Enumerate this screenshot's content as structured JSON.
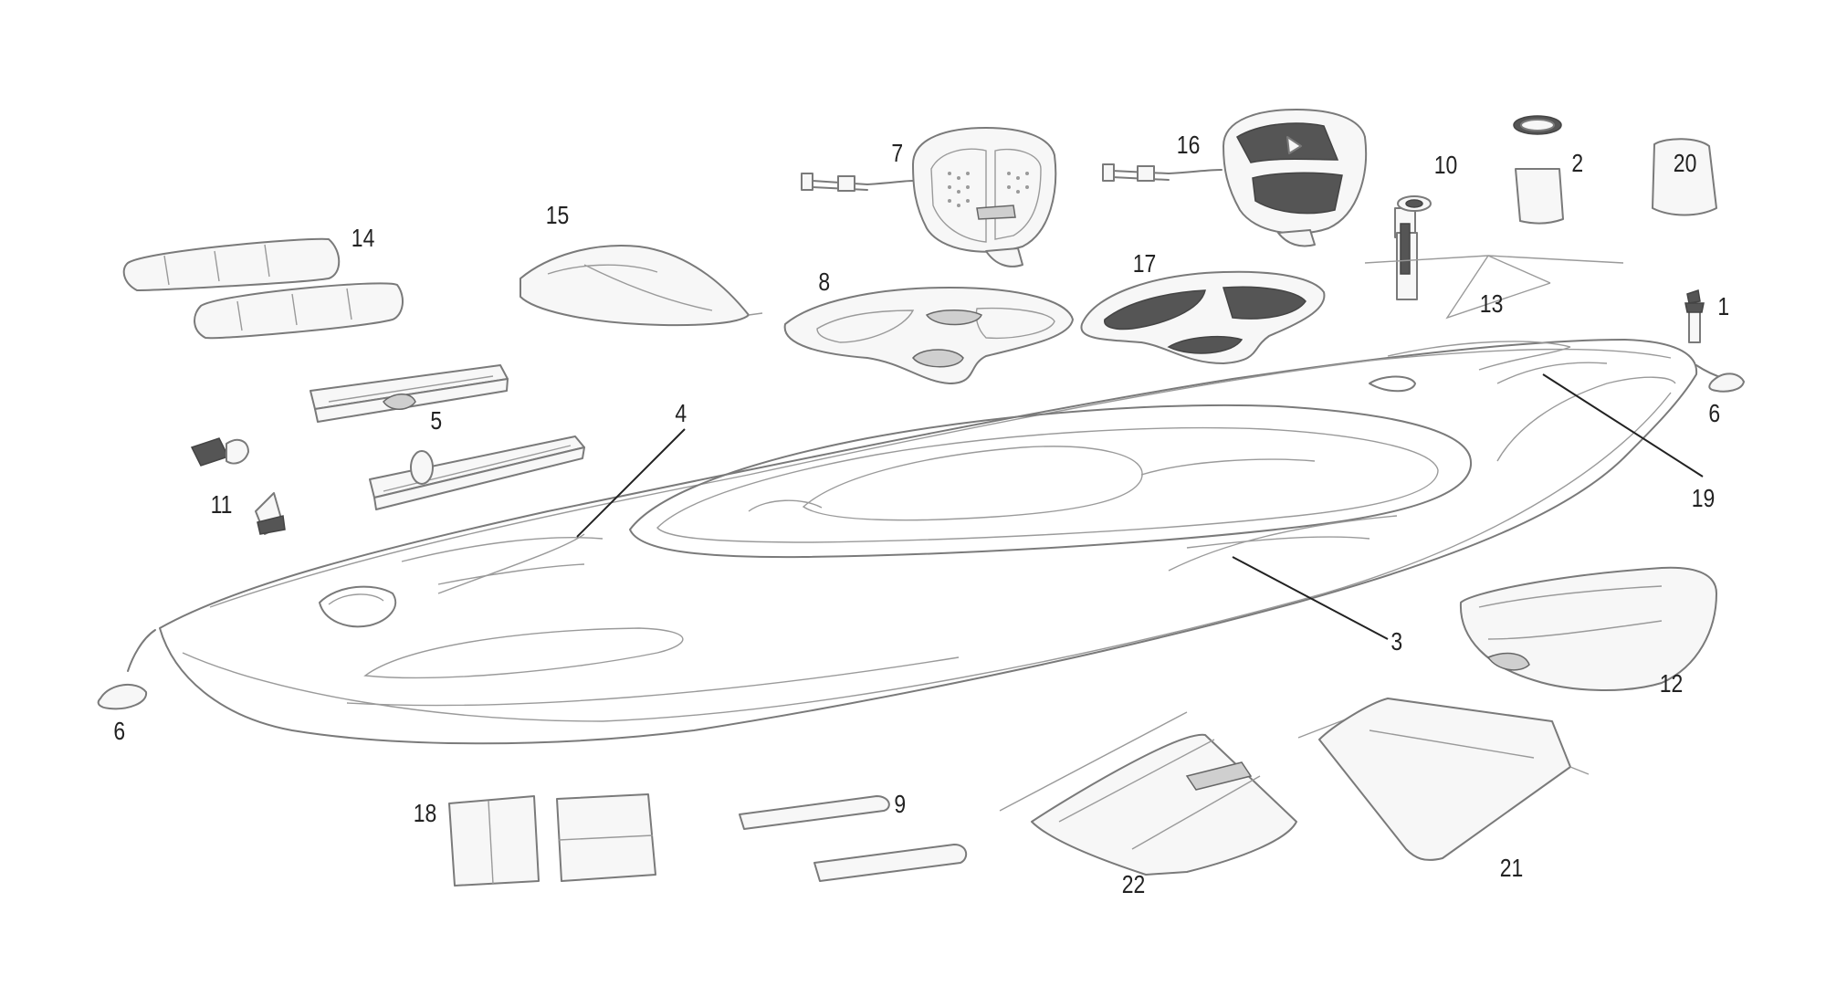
{
  "diagram": {
    "callouts": [
      {
        "id": "1",
        "label": "1"
      },
      {
        "id": "2",
        "label": "2"
      },
      {
        "id": "3",
        "label": "3"
      },
      {
        "id": "4",
        "label": "4"
      },
      {
        "id": "5",
        "label": "5"
      },
      {
        "id": "6a",
        "label": "6"
      },
      {
        "id": "6b",
        "label": "6"
      },
      {
        "id": "7",
        "label": "7"
      },
      {
        "id": "8",
        "label": "8"
      },
      {
        "id": "9",
        "label": "9"
      },
      {
        "id": "10",
        "label": "10"
      },
      {
        "id": "11",
        "label": "11"
      },
      {
        "id": "12",
        "label": "12"
      },
      {
        "id": "13",
        "label": "13"
      },
      {
        "id": "14",
        "label": "14"
      },
      {
        "id": "15",
        "label": "15"
      },
      {
        "id": "16",
        "label": "16"
      },
      {
        "id": "17",
        "label": "17"
      },
      {
        "id": "18",
        "label": "18"
      },
      {
        "id": "19",
        "label": "19"
      },
      {
        "id": "20",
        "label": "20"
      },
      {
        "id": "21",
        "label": "21"
      },
      {
        "id": "22",
        "label": "22"
      }
    ]
  }
}
